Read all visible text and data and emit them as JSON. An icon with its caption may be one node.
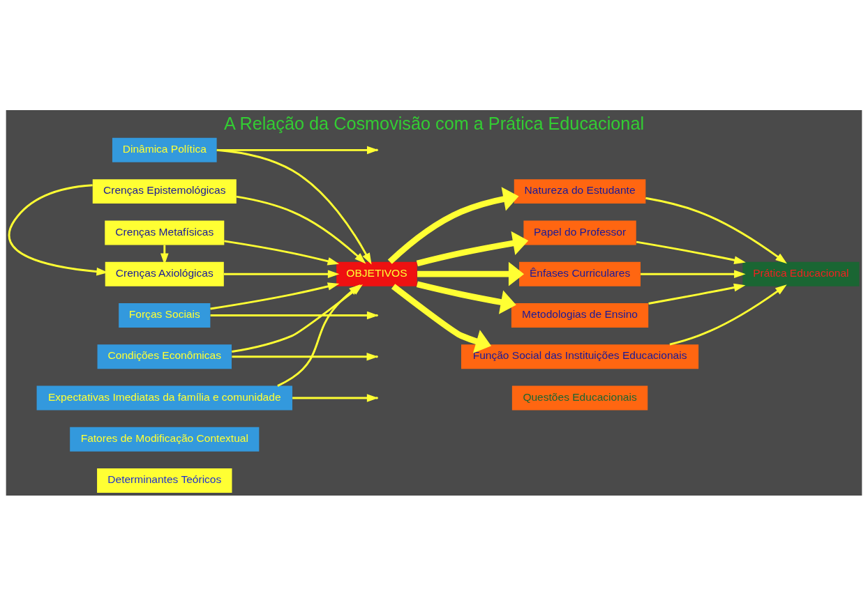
{
  "diagram": {
    "title": "A Relação da Cosmovisão com a Prática Educacional",
    "nodes": [
      {
        "text": [
          "Determinantes Teóricos"
        ]
      },
      {
        "text": [
          "Fatores de Modificação Contextual"
        ]
      },
      {
        "text": [
          "Questões Educacionais"
        ]
      },
      {
        "text": [
          "Crenças Metafísicas"
        ]
      },
      {
        "text": [
          "Crenças Axiológicas"
        ]
      },
      {
        "text": [
          "Crenças Epistemológicas"
        ]
      },
      {
        "text": [
          "OBJETIVOS"
        ]
      },
      {
        "text": [
          "Dinâmica Política"
        ]
      },
      {
        "text": [
          "Forças Sociais"
        ]
      },
      {
        "text": [
          "Condições Econômicas"
        ]
      },
      {
        "text": [
          "Expectativas Imediatas da família e comunidade"
        ]
      },
      {
        "text": [
          "Natureza do Estudante"
        ]
      },
      {
        "text": [
          "Papel do Professor"
        ]
      },
      {
        "text": [
          "Ênfases Curriculares"
        ]
      },
      {
        "text": [
          "Metodologias de Ensino"
        ]
      },
      {
        "text": [
          "Função Social das Instituições Educacionais"
        ]
      },
      {
        "text": [
          "Prática Educacional"
        ]
      }
    ],
    "edges": [
      {
        "from": 3,
        "to": 4,
        "arrow": "to"
      },
      {
        "from": 3,
        "to": 6,
        "arrow": "to"
      },
      {
        "from": 4,
        "to": 6,
        "arrow": "to"
      },
      {
        "from": 5,
        "to": 4,
        "arrow": "to"
      },
      {
        "from": 5,
        "to": 6,
        "arrow": "to"
      },
      {
        "from": 7,
        "to": 6,
        "arrow": "to"
      },
      {
        "from": 8,
        "to": 6,
        "arrow": "to"
      },
      {
        "from": 7,
        "to": null,
        "arrow": "to"
      },
      {
        "from": 8,
        "to": null,
        "arrow": "to"
      },
      {
        "from": 9,
        "to": 6,
        "arrow": "to"
      },
      {
        "from": 10,
        "to": 6,
        "arrow": "to"
      },
      {
        "from": 9,
        "to": null,
        "arrow": "to"
      },
      {
        "from": 10,
        "to": null,
        "arrow": "to"
      },
      {
        "from": 6,
        "to": 11,
        "arrow": "to",
        "style": "thick"
      },
      {
        "from": 6,
        "to": 12,
        "arrow": "to",
        "style": "thick"
      },
      {
        "from": 6,
        "to": 13,
        "arrow": "to",
        "style": "thick"
      },
      {
        "from": 6,
        "to": 14,
        "arrow": "to",
        "style": "thick"
      },
      {
        "from": 6,
        "to": 15,
        "arrow": "to",
        "style": "thick"
      },
      {
        "from": 11,
        "to": 16,
        "arrow": "to"
      },
      {
        "from": 12,
        "to": 16,
        "arrow": "to"
      },
      {
        "from": 13,
        "to": 16,
        "arrow": "to"
      },
      {
        "from": 14,
        "to": 16,
        "arrow": "to"
      },
      {
        "from": 15,
        "to": 16,
        "arrow": "to"
      }
    ]
  }
}
